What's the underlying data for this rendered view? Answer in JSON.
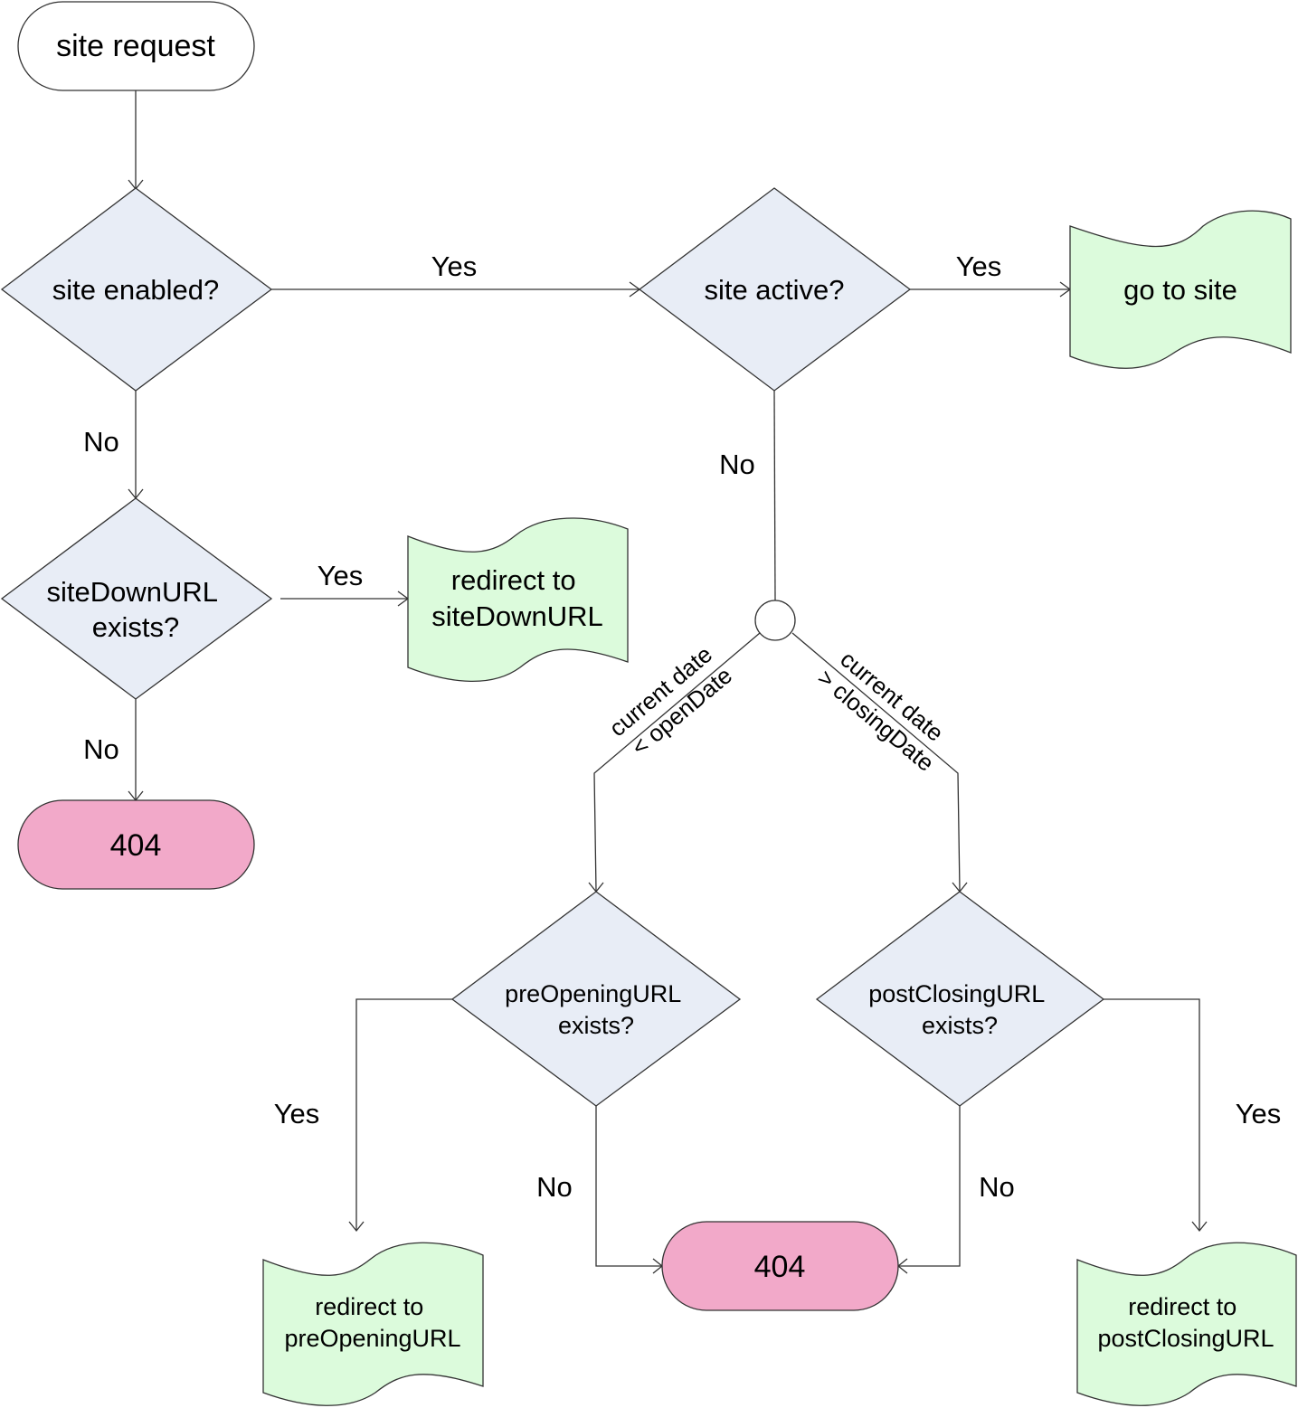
{
  "colors": {
    "terminal_start": "#ffffff",
    "terminal_end": "#f2a9c9",
    "decision": "#e8edf6",
    "document": "#dcfbdc",
    "stroke": "#333333"
  },
  "nodes": {
    "site_request": "site request",
    "site_enabled": "site enabled?",
    "site_active": "site active?",
    "go_to_site": "go to site",
    "sitedown_exists": [
      "siteDownURL",
      "exists?"
    ],
    "redirect_sitedown": [
      "redirect to",
      "siteDownURL"
    ],
    "error_404_left": "404",
    "preopening_exists": [
      "preOpeningURL",
      "exists?"
    ],
    "postclosing_exists": [
      "postClosingURL",
      "exists?"
    ],
    "redirect_preopening": [
      "redirect to",
      "preOpeningURL"
    ],
    "redirect_postclosing": [
      "redirect to",
      "postClosingURL"
    ],
    "error_404_bottom": "404"
  },
  "edge_labels": {
    "enabled_yes": "Yes",
    "enabled_no": "No",
    "active_yes": "Yes",
    "active_no": "No",
    "sitedown_yes": "Yes",
    "sitedown_no": "No",
    "open_condition": [
      "current date",
      "< openDate"
    ],
    "closing_condition": [
      "current date",
      "> closingDate"
    ],
    "preopening_yes": "Yes",
    "preopening_no": "No",
    "postclosing_yes": "Yes",
    "postclosing_no": "No"
  }
}
